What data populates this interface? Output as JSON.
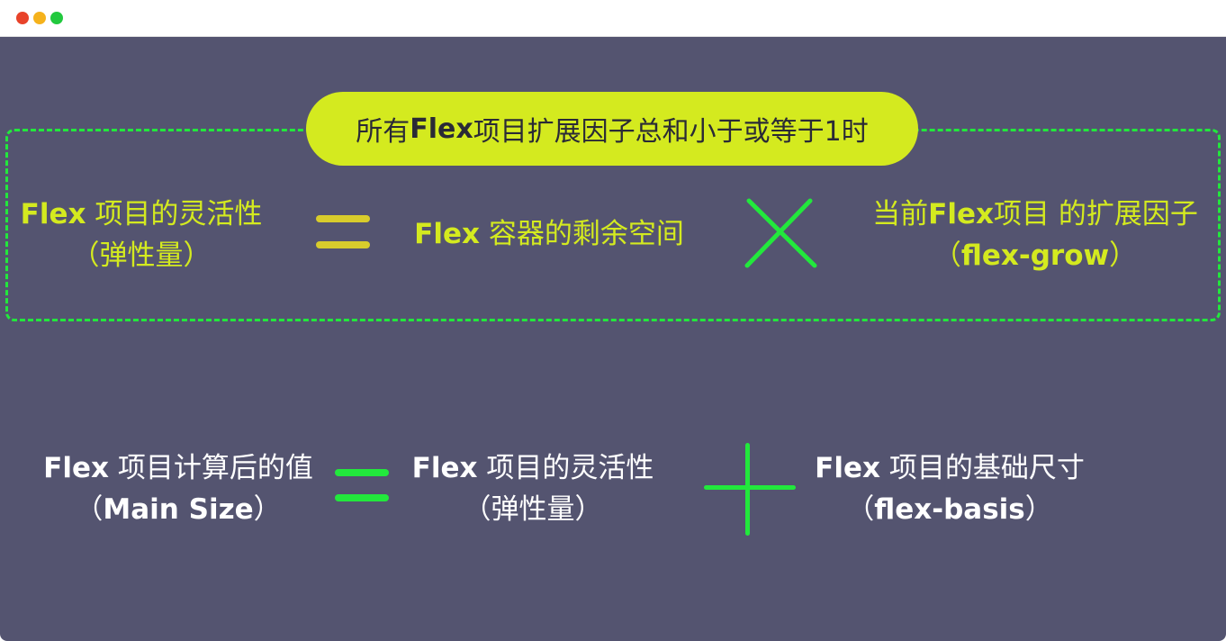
{
  "window": {
    "controls": {
      "close_color": "#e8432a",
      "minimize_color": "#f5b21c",
      "maximize_color": "#22c93e"
    }
  },
  "colors": {
    "background": "#545470",
    "accent_yellow": "#d4ea1f",
    "accent_green": "#22e83c",
    "equals_top": "#d8cc2c"
  },
  "top_section": {
    "title": {
      "pre": "所有",
      "bold": "Flex",
      "post": "项目扩展因子总和小于或等于1时"
    },
    "left": {
      "line1_bold": "Flex",
      "line1": " 项目的灵活性",
      "line2": "（弹性量）"
    },
    "operator1": "equals-icon",
    "middle": {
      "bold": "Flex",
      "text": " 容器的剩余空间"
    },
    "operator2": "multiply-icon",
    "right": {
      "line1_pre": "当前",
      "line1_bold": "Flex",
      "line1_post": "项目 的扩展因子",
      "line2_pre": "（",
      "line2_bold": "flex-grow",
      "line2_post": "）"
    }
  },
  "bottom_section": {
    "left": {
      "line1_bold": "Flex",
      "line1": " 项目计算后的值",
      "line2_pre": "（",
      "line2_bold": "Main Size",
      "line2_post": "）"
    },
    "operator1": "equals-icon",
    "middle": {
      "line1_bold": "Flex",
      "line1": " 项目的灵活性",
      "line2": "（弹性量）"
    },
    "operator2": "plus-icon",
    "right": {
      "line1_bold": "Flex",
      "line1": " 项目的基础尺寸",
      "line2_pre": "（",
      "line2_bold": "flex-basis",
      "line2_post": "）"
    }
  }
}
